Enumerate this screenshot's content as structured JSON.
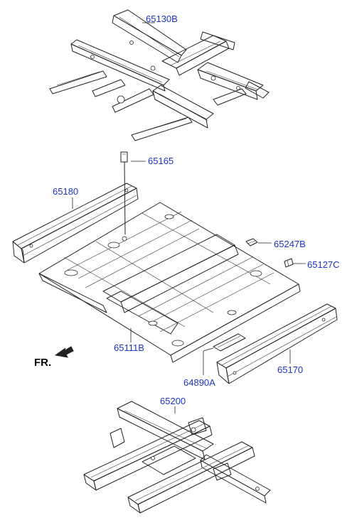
{
  "diagram": {
    "direction_label": "FR.",
    "line_color": "#222222",
    "label_color": "#1a35c8",
    "parts": [
      {
        "key": "crossmember_upper",
        "number": "65130B"
      },
      {
        "key": "bracket",
        "number": "65165"
      },
      {
        "key": "side_sill_left",
        "number": "65180"
      },
      {
        "key": "small_bracket",
        "number": "65247B"
      },
      {
        "key": "clip",
        "number": "65127C"
      },
      {
        "key": "floor_panel",
        "number": "65111B"
      },
      {
        "key": "small_plate",
        "number": "64890A"
      },
      {
        "key": "side_sill_right",
        "number": "65170"
      },
      {
        "key": "rear_frame",
        "number": "65200"
      }
    ]
  }
}
